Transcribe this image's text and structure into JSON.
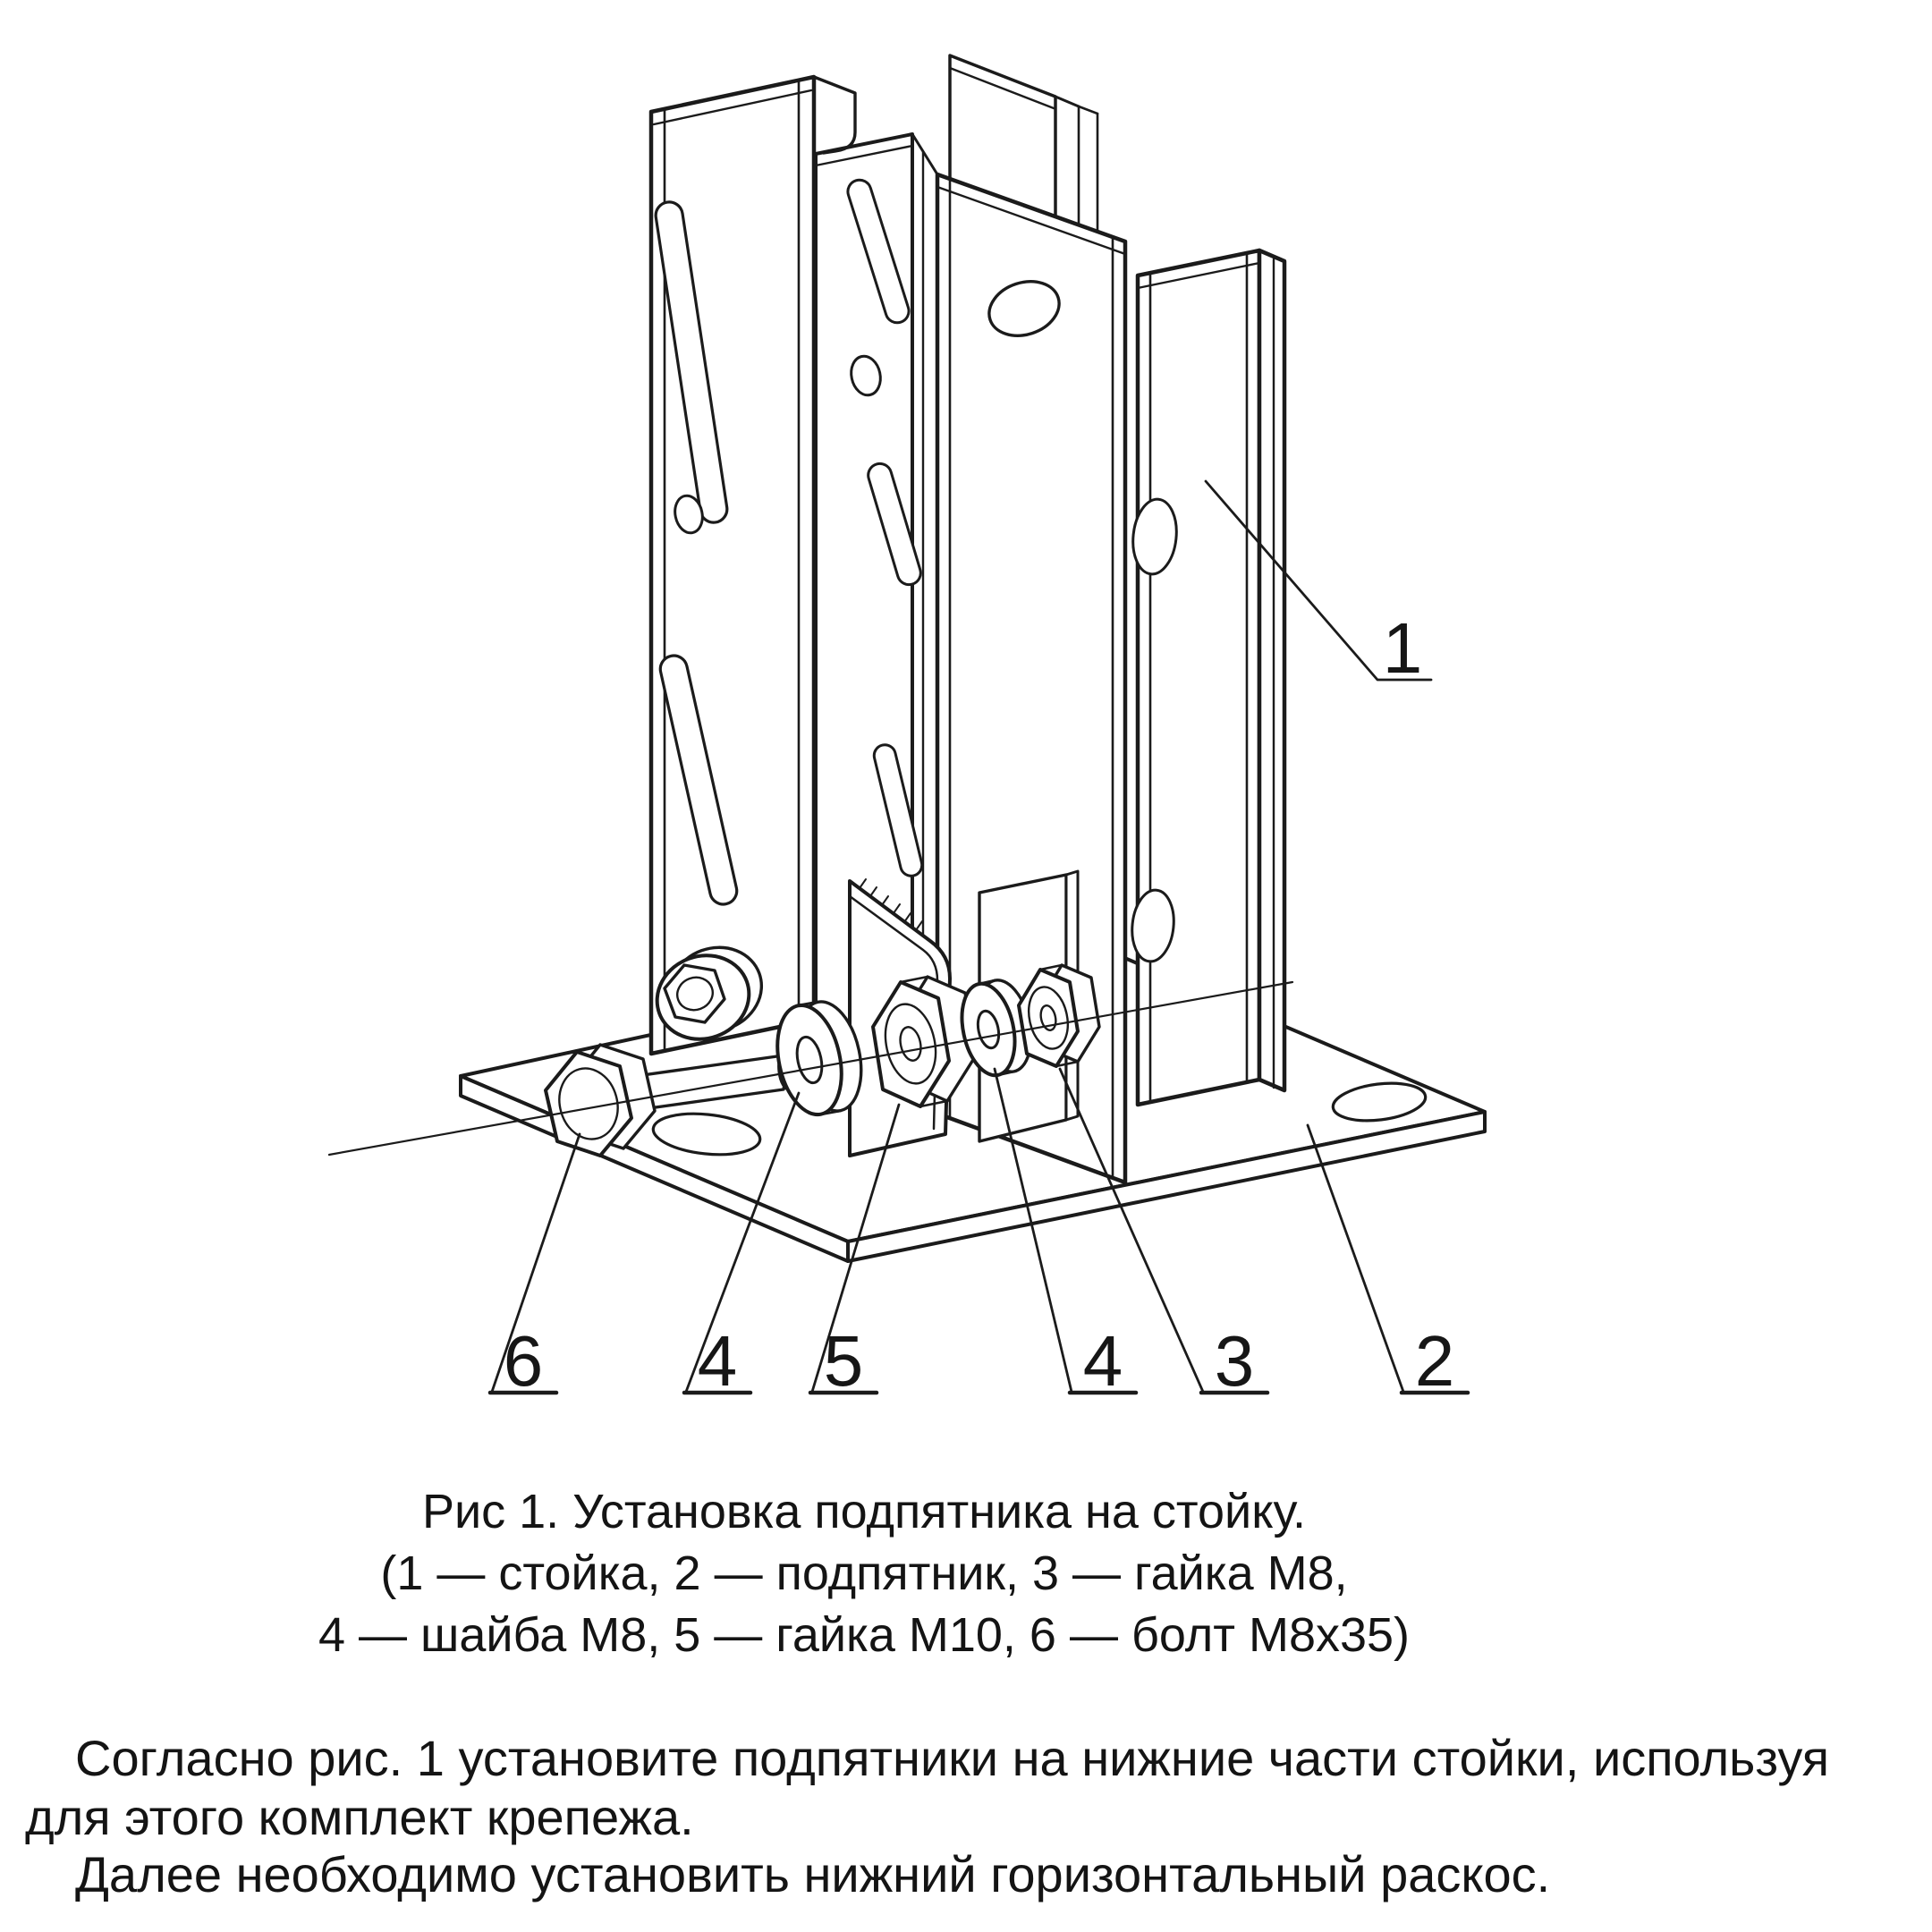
{
  "figure": {
    "caption": {
      "line1": "Рис 1. Установка подпятника на стойку.",
      "line2": "(1 — стойка, 2 — подпятник, 3 — гайка М8,",
      "line3": "4 — шайба М8, 5 — гайка М10, 6 — болт М8х35)"
    },
    "legend": [
      {
        "num": "1",
        "part": "стойка"
      },
      {
        "num": "2",
        "part": "подпятник"
      },
      {
        "num": "3",
        "part": "гайка М8"
      },
      {
        "num": "4",
        "part": "шайба М8"
      },
      {
        "num": "5",
        "part": "гайка М10"
      },
      {
        "num": "6",
        "part": "болт М8х35"
      }
    ],
    "callouts": {
      "c1": "1",
      "c2": "2",
      "c3": "3",
      "c4a": "4",
      "c4b": "4",
      "c5": "5",
      "c6": "6"
    }
  },
  "text": {
    "para1": "Согласно рис. 1 установите подпятники на нижние части стойки, используя",
    "para2": "для этого комплект крепежа.",
    "para3": "Далее необходимо установить нижний горизонтальный раскос."
  },
  "colors": {
    "line": "#1b1b1b",
    "background": "#ffffff",
    "text": "#141414"
  }
}
